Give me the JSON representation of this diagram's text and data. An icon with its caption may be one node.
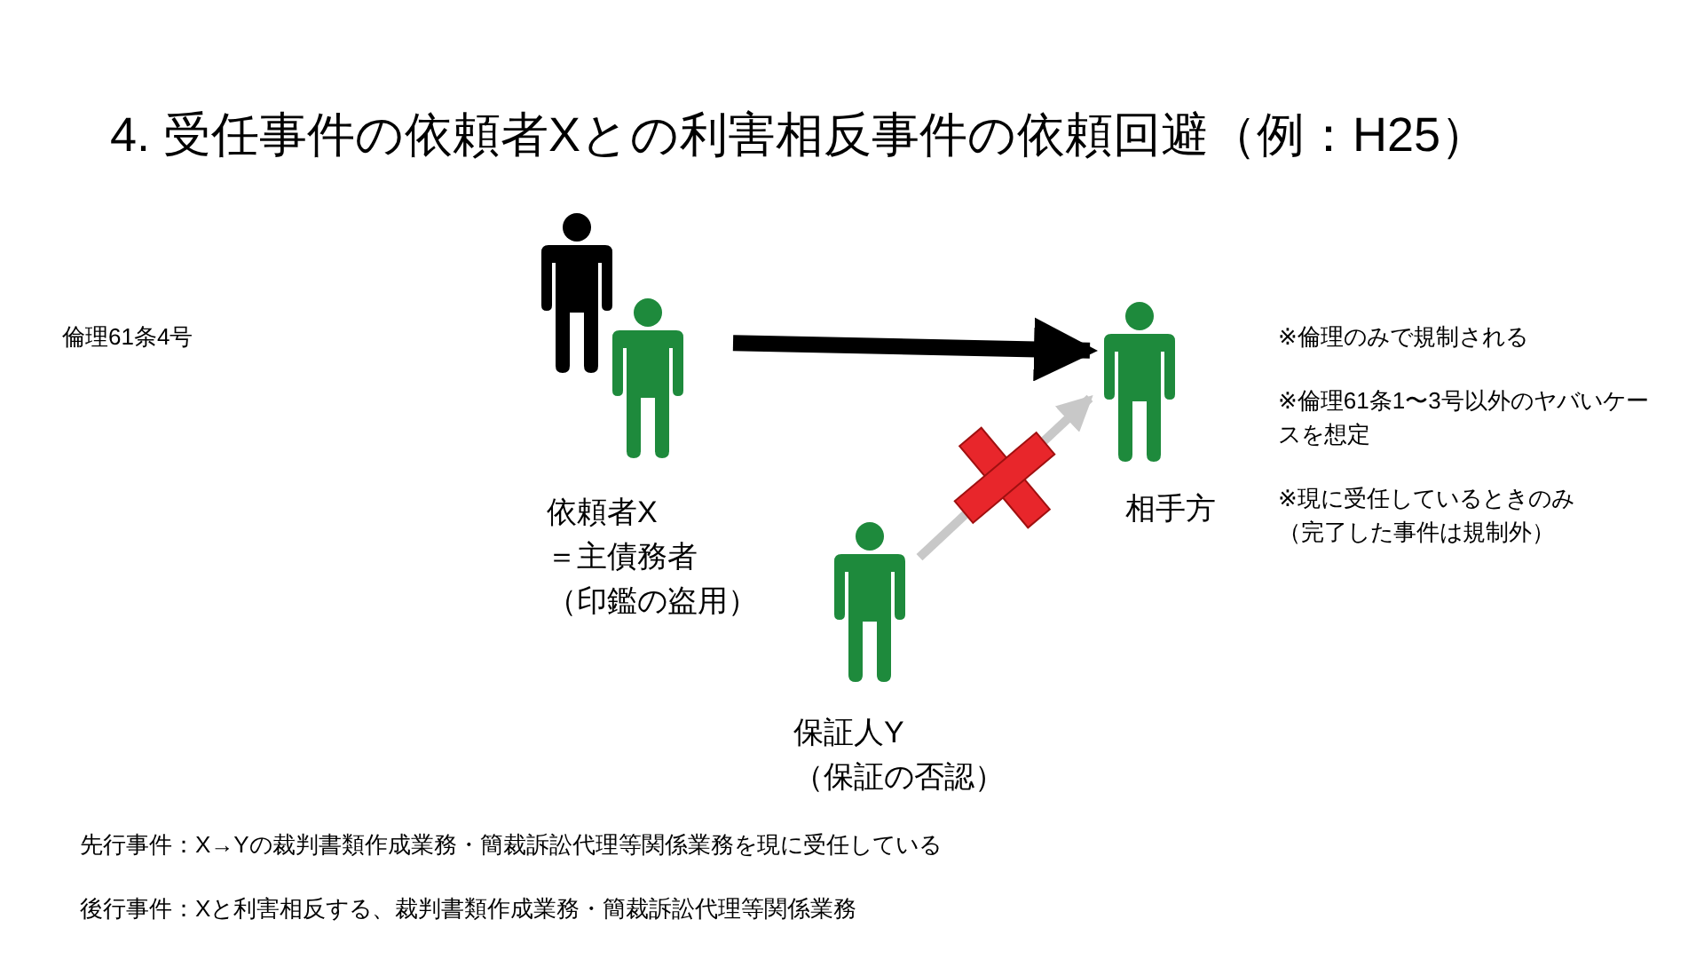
{
  "diagram": {
    "title": "4. 受任事件の依頼者Xとの利害相反事件の依頼回避（例：H25）",
    "nodes": [
      {
        "text": [
          "依頼者X",
          "＝主債務者",
          "（印鑑の盗用）"
        ]
      },
      {
        "text": [
          "相手方"
        ]
      },
      {
        "text": [
          "保証人Y",
          "（保証の否認）"
        ]
      }
    ],
    "edges": [
      {
        "from": 0,
        "to": 1,
        "arrow": "to",
        "style": "thick"
      },
      {
        "from": 2,
        "to": 1,
        "arrow": "to",
        "color": "#c8c8c8"
      }
    ],
    "labels": [
      "倫理61条4号",
      "※倫理のみで規制される",
      "※倫理61条1〜3号以外のヤバいケースを想定",
      "※現に受任しているときのみ（完了した事件は規制外）",
      "先行事件：X→Yの裁判書類作成業務・簡裁訴訟代理等関係業務を現に受任している",
      "後行事件：Xと利害相反する、裁判書類作成業務・簡裁訴訟代理等関係業務"
    ]
  }
}
